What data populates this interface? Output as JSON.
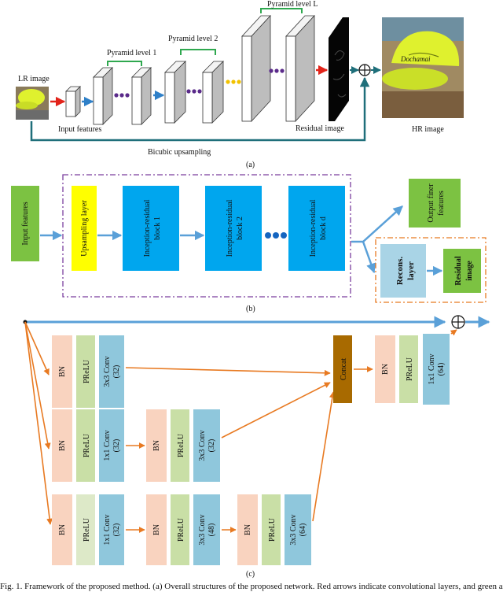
{
  "panel_a": {
    "lr_image_label": "LR image",
    "input_features_label": "Input features",
    "pyramid_level_1": "Pyramid level 1",
    "pyramid_level_2": "Pyramid level 2",
    "pyramid_level_L": "Pyramid level L",
    "residual_image_label": "Residual image",
    "hr_image_label": "HR image",
    "bicubic_label": "Bicubic upsampling",
    "sub_caption": "(a)",
    "hat_text": "Dochamai"
  },
  "panel_b": {
    "input_features": "Input features",
    "upsampling_layer": "Upsampling layer",
    "block1": [
      "Inception-residual",
      "block 1"
    ],
    "block2": [
      "Inception-residual",
      "block 2"
    ],
    "blockd": [
      "Inception-residual",
      "block d"
    ],
    "output_finer": [
      "Output finer",
      "features"
    ],
    "recons": [
      "Recons.",
      "layer"
    ],
    "residual": [
      "Residual",
      "image"
    ],
    "sub_caption": "(b)"
  },
  "panel_c": {
    "bn": "BN",
    "prelu": "PReLU",
    "conv_1x1_32": [
      "1x1 Conv",
      "(32)"
    ],
    "conv_3x3_32": [
      "3x3 Conv",
      "(32)"
    ],
    "conv_3x3_48": [
      "3x3 Conv",
      "(48)"
    ],
    "conv_3x3_64": [
      "3x3 Conv",
      "(64)"
    ],
    "conv_1x1_64": [
      "1x1 Conv",
      "(64)"
    ],
    "concat": "Concat",
    "sub_caption": "(c)"
  },
  "caption": "Fig. 1.   Framework of the proposed method. (a) Overall structures of the proposed network. Red arrows indicate convolutional layers, and green arrows",
  "colors": {
    "red_arrow": "#e2231a",
    "blue_arrow": "#2f80c8",
    "teal_arrow": "#1f6f7a",
    "green_bracket": "#2fa84f",
    "purple_dots": "#5a2a8a",
    "yellow_dots": "#f2c200",
    "green_box": "#7cc242",
    "yellow_box": "#ffff00",
    "blue_box": "#00a6ee",
    "light_blue_box": "#a9d4e6",
    "bn_box": "#f9d3bf",
    "prelu_box": "#c9dfa6",
    "prelu_light": "#dde9c8",
    "conv_box": "#8fc7dc",
    "concat_box": "#a86a00",
    "orange_arrow": "#e87a22",
    "purple_dash": "#7b3f9e",
    "orange_dash": "#e87a22",
    "hat_color": "#dff12e"
  }
}
